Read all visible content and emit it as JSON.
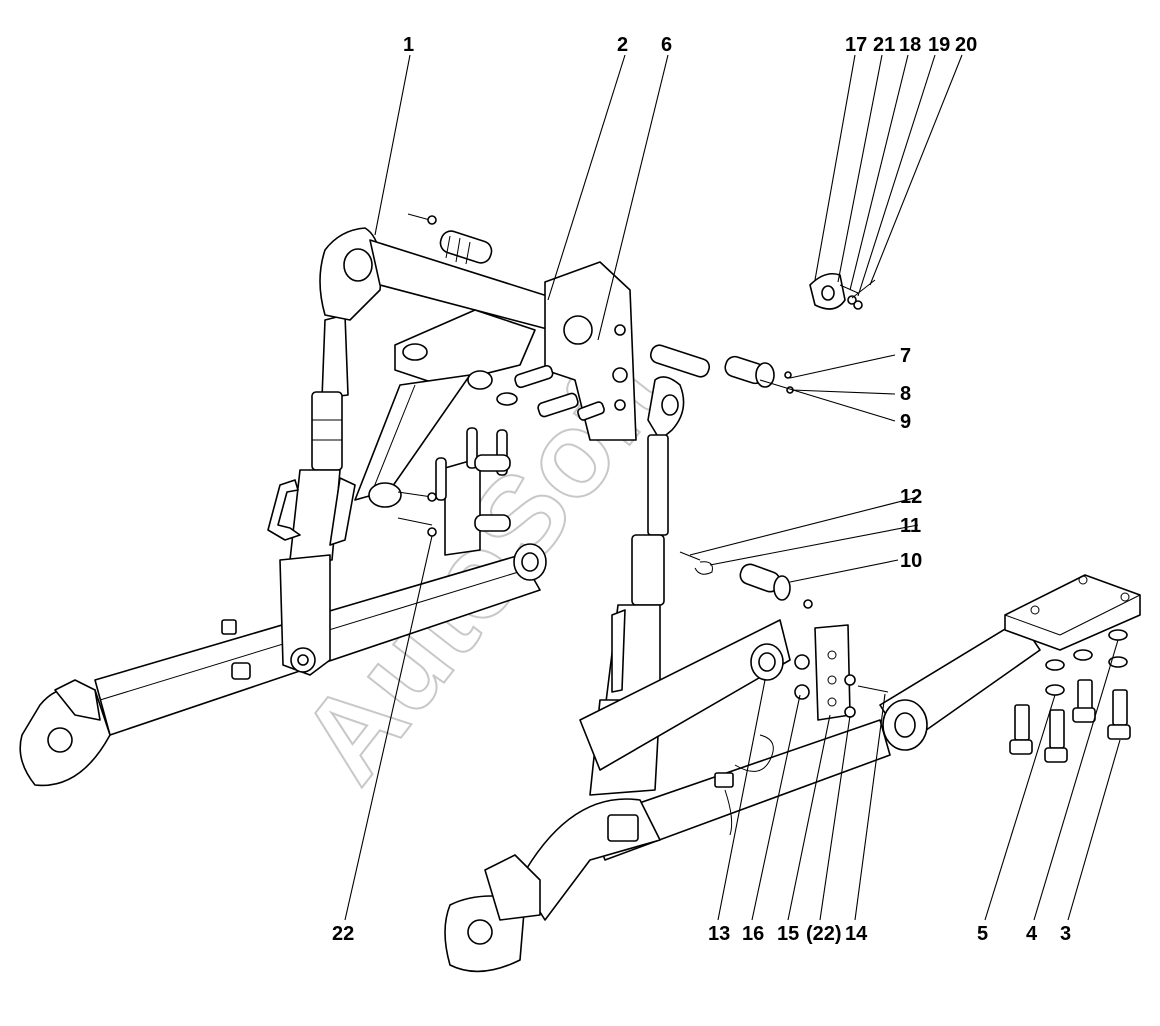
{
  "callouts": [
    {
      "id": "1",
      "label": "1"
    },
    {
      "id": "2",
      "label": "2"
    },
    {
      "id": "6",
      "label": "6"
    },
    {
      "id": "17",
      "label": "17"
    },
    {
      "id": "21",
      "label": "21"
    },
    {
      "id": "18",
      "label": "18"
    },
    {
      "id": "19",
      "label": "19"
    },
    {
      "id": "20",
      "label": "20"
    },
    {
      "id": "7",
      "label": "7"
    },
    {
      "id": "8",
      "label": "8"
    },
    {
      "id": "9",
      "label": "9"
    },
    {
      "id": "12",
      "label": "12"
    },
    {
      "id": "11",
      "label": "11"
    },
    {
      "id": "10",
      "label": "10"
    },
    {
      "id": "22",
      "label": "22"
    },
    {
      "id": "13",
      "label": "13"
    },
    {
      "id": "16",
      "label": "16"
    },
    {
      "id": "15",
      "label": "15"
    },
    {
      "id": "22b",
      "label": "(22)"
    },
    {
      "id": "14",
      "label": "14"
    },
    {
      "id": "5",
      "label": "5"
    },
    {
      "id": "4",
      "label": "4"
    },
    {
      "id": "3",
      "label": "3"
    }
  ],
  "watermark": "AutoSoft"
}
